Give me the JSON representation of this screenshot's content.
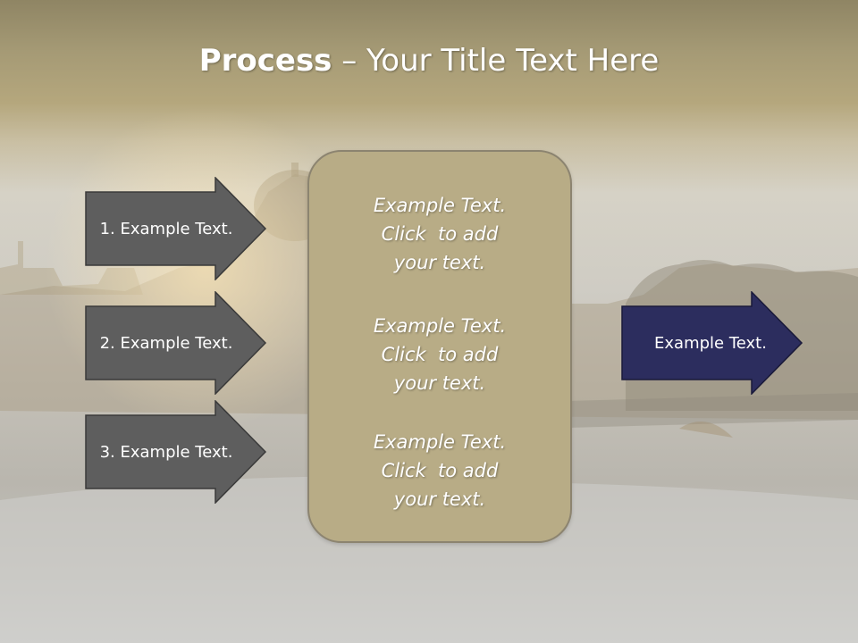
{
  "slide": {
    "title_bold": "Process",
    "title_rest": " – Your Title Text Here",
    "left_arrows": [
      {
        "label": "1. Example Text."
      },
      {
        "label": "2. Example Text."
      },
      {
        "label": "3. Example Text."
      }
    ],
    "center_blocks": [
      {
        "lines": [
          "Example Text.",
          "Click  to add",
          "your text."
        ]
      },
      {
        "lines": [
          "Example Text.",
          "Click  to add",
          "your text."
        ]
      },
      {
        "lines": [
          "Example Text.",
          "Click  to add",
          "your text."
        ]
      }
    ],
    "right_arrow": {
      "label": "Example Text."
    }
  },
  "colors": {
    "left_arrow_fill": "#5e5e5e",
    "right_arrow_fill": "#2c2d5e",
    "center_box_fill": "#b8ac86"
  }
}
